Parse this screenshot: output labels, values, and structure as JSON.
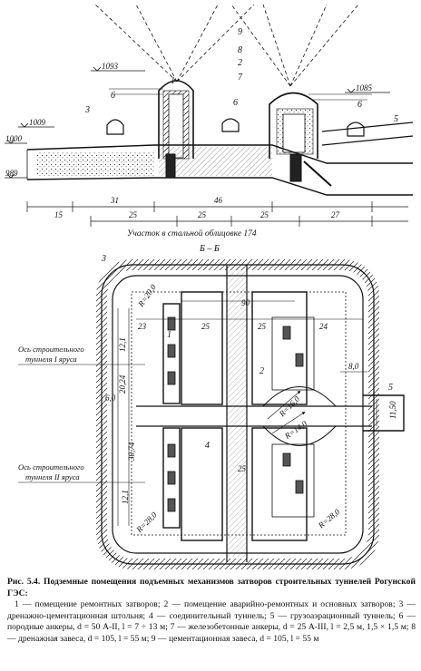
{
  "figure": {
    "section_top": {
      "elevations": [
        "1093",
        "1085",
        "1009",
        "1000",
        "989"
      ],
      "callouts": [
        "9",
        "8",
        "2",
        "7",
        "6",
        "6",
        "6",
        "3",
        "5",
        "1"
      ],
      "dimensions": [
        "15",
        "31",
        "46",
        "25",
        "25",
        "25",
        "27"
      ],
      "span_label": "Участок в стальной облицовке 174"
    },
    "section_cut_label": "Б – Б",
    "plan": {
      "callouts": [
        "1",
        "2",
        "3",
        "4",
        "5"
      ],
      "dimensions": [
        "90",
        "23",
        "25",
        "25",
        "24",
        "12,1",
        "20,24",
        "6,0",
        "8,0",
        "11,50",
        "30,74",
        "12,1",
        "25"
      ],
      "radii": [
        "R=20,0",
        "R=16,0",
        "R=14,0",
        "R=28,0",
        "R=28,0"
      ],
      "axis_1": [
        "Ось строительного",
        "туннеля I яруса"
      ],
      "axis_2": [
        "Ось строительного",
        "туннеля II яруса"
      ]
    }
  },
  "caption": {
    "title": "Рис. 5.4. Подземные помещения подъемных механизмов затворов строительных туннелей Рогунской ГЭС:",
    "legend": "1 — помещение ремонтных затворов; 2 — помещение аварийно-ремонтных и основных затворов; 3 — дренажно-цементационная штольня; 4 — соединительный туннель; 5 — грузоаэрационный туннель; 6 — породные анкеры, d = 50 А-II, l = 7 ÷ 13 м; 7 — железобетонные анкеры, d = 25 А-III, l = 2,5 м, 1,5 × 1,5 м; 8 — дренажная завеса, d = 105, l = 55 м; 9 — цементационная завеса, d = 105, l = 55 м"
  }
}
